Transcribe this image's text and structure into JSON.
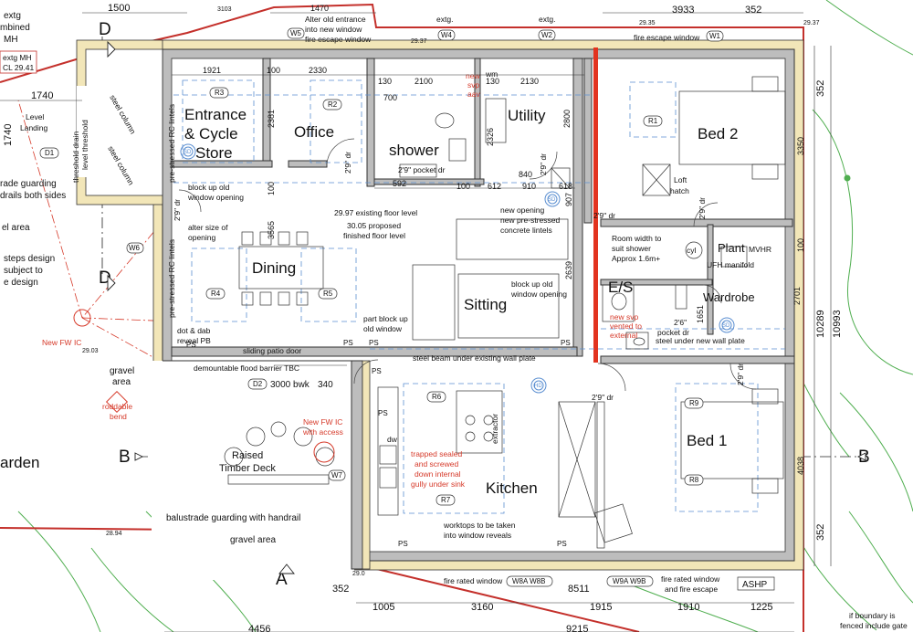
{
  "rooms": {
    "entrance_line1": "Entrance",
    "entrance_line2": "& Cycle",
    "entrance_line3": "Store",
    "office": "Office",
    "shower": "shower",
    "utility": "Utility",
    "bed2": "Bed 2",
    "dining": "Dining",
    "sitting": "Sitting",
    "es": "E/S",
    "plant": "Plant",
    "mvhr": "MVHR",
    "wardrobe": "Wardrobe",
    "kitchen": "Kitchen",
    "bed1": "Bed 1",
    "deck_line1": "Raised",
    "deck_line2": "Timber Deck",
    "level_landing_line1": "Level",
    "level_landing_line2": "Landing",
    "loft_hatch_line1": "Loft",
    "loft_hatch_line2": "hatch",
    "cyl": "cyl",
    "wm": "wm",
    "dw": "dw",
    "garden": "arden",
    "steel_area": "el area"
  },
  "tags": {
    "R1": "R1",
    "R2": "R2",
    "R3": "R3",
    "R4": "R4",
    "R5": "R5",
    "R6": "R6",
    "R7": "R7",
    "R8": "R8",
    "R9": "R9",
    "W1": "W1",
    "W2": "W2",
    "W4": "W4",
    "W5": "W5",
    "W6": "W6",
    "W7": "W7",
    "D1": "D1",
    "D2": "D2",
    "W8": "W8A W8B",
    "W9": "W9A W9B",
    "SD": "SD",
    "HD": "HD",
    "ASHP": "ASHP",
    "section_A": "A",
    "section_B": "B",
    "section_D": "D",
    "PS": "PS"
  },
  "notes": {
    "alter_entrance_1": "Alter old entrance",
    "alter_entrance_2": "into new window",
    "alter_entrance_3": "fire escape window",
    "extg_1": "extg.",
    "extg_2": "extg.",
    "fire_escape_window": "fire escape window",
    "extg_mh_1": "extg",
    "extg_mh_2": "mbined",
    "extg_mh_3": "MH",
    "extg_mh_box_1": "extg MH",
    "extg_mh_box_2": "CL 29.41",
    "threshold_drain_1": "threshold drain",
    "threshold_drain_2": "level threshold",
    "steel_column_1": "steel column",
    "steel_column_2": "steel column",
    "rc_lintels_1": "pre-stressed RC lintels",
    "rc_lintels_2": "pre-stressed RC lintels",
    "block_up_1": "block up old",
    "block_up_2": "window opening",
    "alter_size_1": "alter size of",
    "alter_size_2": "opening",
    "existing_floor": "29.97 existing floor level",
    "proposed_floor_1": "30.05 proposed",
    "proposed_floor_2": "finished floor level",
    "new_opening_1": "new opening",
    "new_opening_2": "new pre-stressed",
    "new_opening_3": "concrete lintels",
    "room_width_1": "Room width to",
    "room_width_2": "suit shower",
    "room_width_3": "Approx 1.6m+",
    "ufh": "UFH manifold",
    "block_up_sitting_1": "block up old",
    "block_up_sitting_2": "window opening",
    "dot_dab_1": "dot & dab",
    "dot_dab_2": "reveal PB",
    "part_block_1": "part block up",
    "part_block_2": "old window",
    "sliding_door": "sliding patio door",
    "steel_beam_1": "steel beam under existing wall plate",
    "steel_beam_2": "steel under new wall plate",
    "demountable": "demountable flood barrier TBC",
    "bwk": "3000  bwk",
    "balustrade": "balustrade guarding  with handrail",
    "gravel_area_1": "gravel",
    "gravel_area_2": "area",
    "gravel_area_3": "gravel area",
    "worktops_1": "worktops to be taken",
    "worktops_2": "into window reveals",
    "fire_rated_window": "fire rated window",
    "fire_rated_window_2": "fire rated window",
    "fire_escape": "and fire escape",
    "extractor": "extractor",
    "pocket_dr_1": "2'9\" pocket dr",
    "pocket_dr_2": "pocket dr",
    "dr_1": "2'9\" dr",
    "dr_2": "2'9\" dr",
    "dr_3": "2'9\" dr",
    "dr_4": "2'9\" dr",
    "dr_5": "2'9\" dr",
    "dr_6": "2'9\" dr",
    "dr_7": "2'9\" dr",
    "dr_8": "2'6\"",
    "boundary_1": "if boundary is",
    "boundary_2": "fenced include gate",
    "guarding_1": "rade guarding",
    "guarding_2": "drails both sides",
    "steps_1": "steps design",
    "steps_2": "subject to",
    "steps_3": "e design"
  },
  "red_notes": {
    "new_svp_1": "new",
    "new_svp_2": "svp",
    "new_svp_3": "aav",
    "new_fw_ic_1": "New FW IC",
    "new_fw_ic_2": "New FW IC",
    "new_fw_ic_3": "with access",
    "roddable_1": "roddable",
    "roddable_2": "bend",
    "trapped_1": "trapped sealed",
    "trapped_2": "and screwed",
    "trapped_3": "down internal",
    "trapped_4": "gully under sink",
    "svp_vent_1": "new svp",
    "svp_vent_2": "vented to",
    "svp_vent_3": "external"
  },
  "dims": {
    "d1500": "1500",
    "d3103": "3103",
    "d1470": "1470",
    "d3933": "3933",
    "d352a": "352",
    "l2935": "29.35",
    "l2937a": "29.37",
    "l2937b": "29.37",
    "l2941": "29.41",
    "d1921": "1921",
    "d2330": "2330",
    "d100a": "100",
    "d130a": "130",
    "d2100": "2100",
    "d130b": "130",
    "d2130": "2130",
    "d700": "700",
    "d1740a": "1740",
    "d1740b": "1740",
    "d2381": "2381",
    "d2326": "2326",
    "d2800": "2800",
    "d840": "840",
    "d592": "592",
    "d100b": "100",
    "d612": "612",
    "d910": "910",
    "d618": "618",
    "d907": "907",
    "d100c": "100",
    "d3565": "3565",
    "d2639": "2639",
    "d1651": "1651",
    "d2701": "2701",
    "d3350": "3350",
    "d100d": "100",
    "d352b": "352",
    "d10289": "10289",
    "d10993": "10993",
    "d4038": "4038",
    "d352c": "352",
    "d340": "340",
    "l2903": "29.03",
    "l2894": "28.94",
    "l290": "29.0",
    "d352d": "352",
    "d8511": "8511",
    "d1005": "1005",
    "d3160": "3160",
    "d1915": "1915",
    "d1910": "1910",
    "d1225": "1225",
    "d4456": "4456",
    "d9215": "9215"
  },
  "colors": {
    "boundary_red": "#c4302b",
    "annotation_red": "#d63a2a",
    "structure_red": "#e2331f",
    "dashed_blue": "#5b8fd1",
    "tree_green": "#4fae4f",
    "insulation": "#f2e6b8",
    "wall_grey": "#bdbdbd"
  },
  "icons": {
    "smoke_detector": "smoke-detector-icon",
    "heat_detector": "heat-detector-icon",
    "tree": "tree-icon"
  }
}
